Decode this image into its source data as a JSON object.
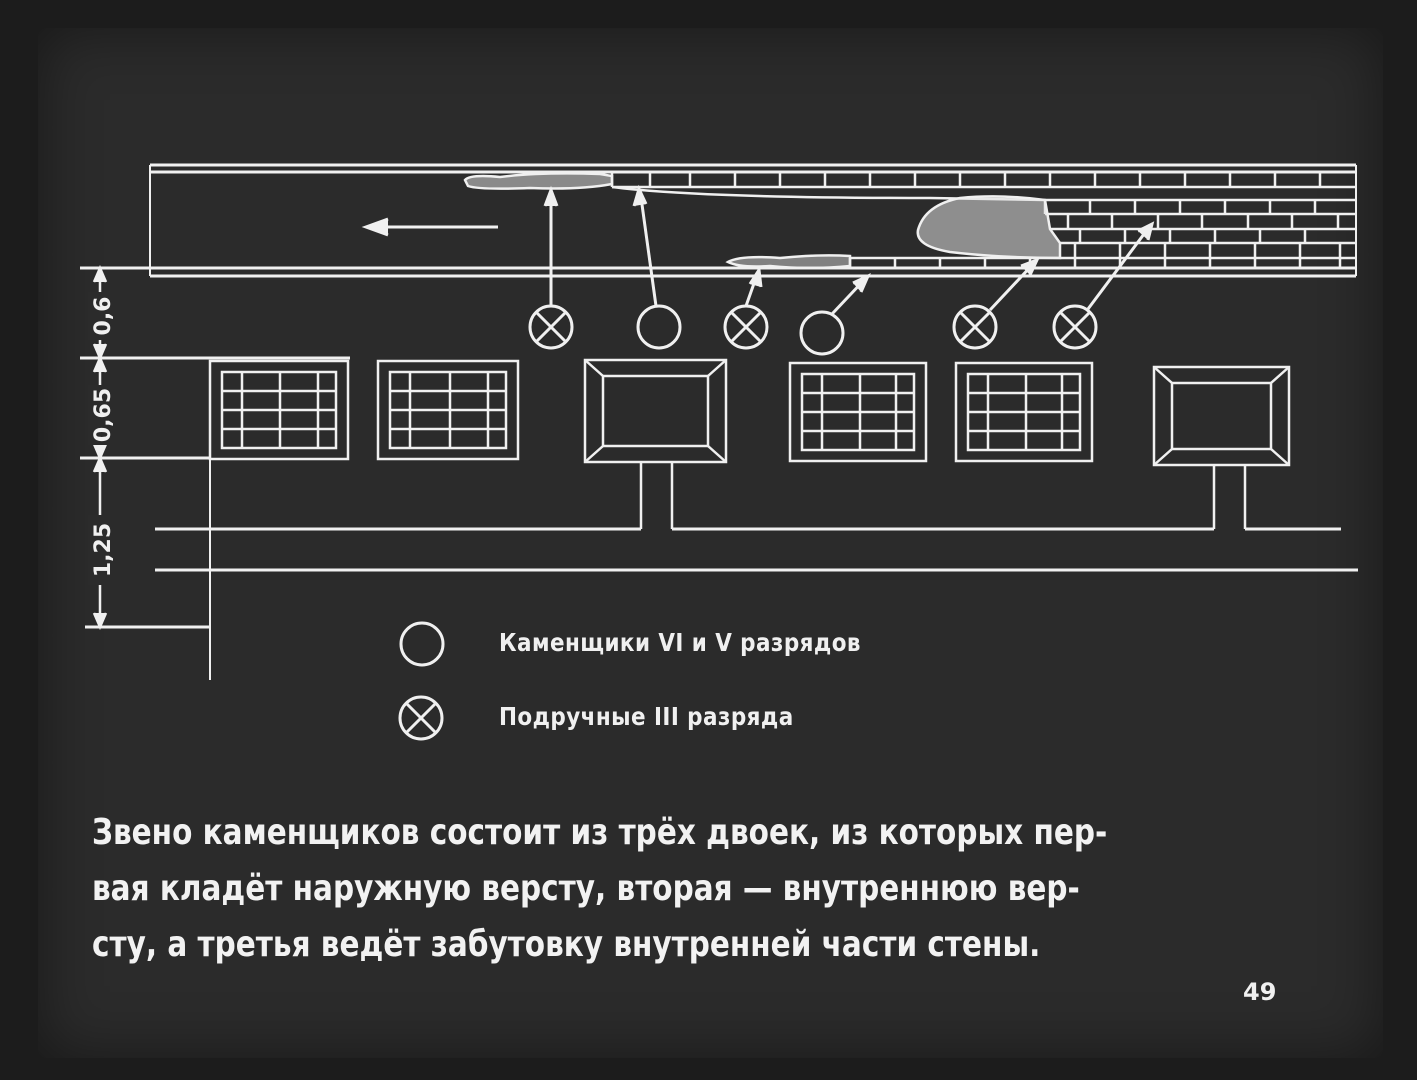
{
  "dimensions": {
    "top_segment": "0,6",
    "middle_segment": "0,65",
    "bottom_segment": "1,25"
  },
  "legend": [
    {
      "icon": "plain-circle-icon",
      "label": "Каменщики VI и V разрядов"
    },
    {
      "icon": "crossed-circle-icon",
      "label": "Подручные III разряда"
    }
  ],
  "caption_lines": [
    "Звено каменщиков состоит из трёх двоек, из которых пер-",
    "вая кладёт наружную версту, вторая — внутреннюю вер-",
    "сту, а третья ведёт забутовку внутренней части стены."
  ],
  "page_number": "49",
  "colors": {
    "background": "#2b2b2b",
    "line": "#f0f0f0"
  }
}
